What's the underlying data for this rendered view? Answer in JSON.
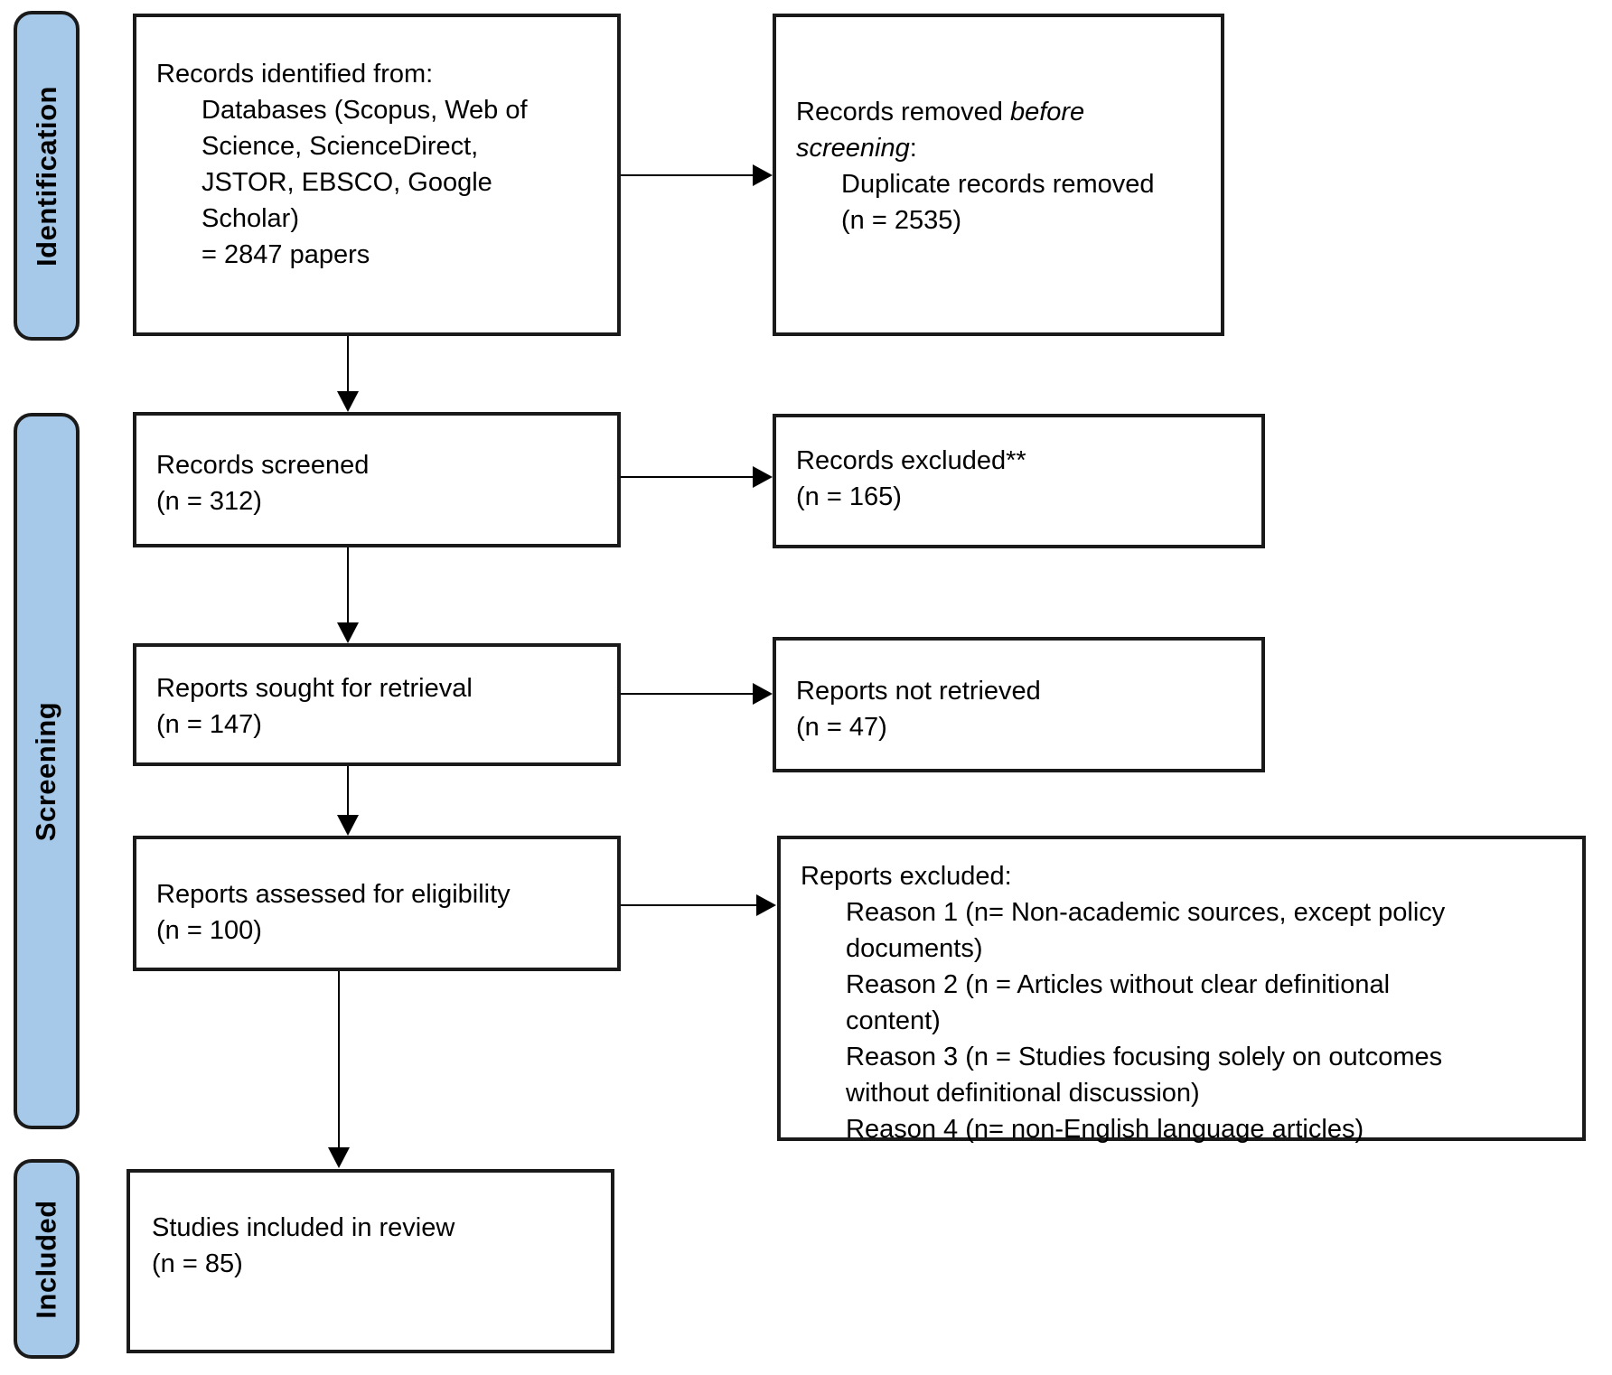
{
  "stages": [
    {
      "label": "Identification"
    },
    {
      "label": "Screening"
    },
    {
      "label": "Included"
    }
  ],
  "boxes": {
    "identified": {
      "title": "Records identified from:",
      "details": [
        "Databases (Scopus, Web of",
        "Science, ScienceDirect,",
        "JSTOR, EBSCO, Google",
        "Scholar)",
        "= 2847 papers"
      ]
    },
    "removed": {
      "title_parts": [
        {
          "text": "Records removed ",
          "italic": false
        },
        {
          "text": "before screening",
          "italic": true
        },
        {
          "text": ":",
          "italic": false
        }
      ],
      "details": [
        "Duplicate records removed",
        "(n = 2535)"
      ]
    },
    "screened": {
      "lines": [
        "Records screened",
        "(n = 312)"
      ]
    },
    "records_excluded": {
      "lines": [
        "Records excluded**",
        "(n = 165)"
      ]
    },
    "sought": {
      "lines": [
        "Reports sought for retrieval",
        "(n = 147)"
      ]
    },
    "not_retrieved": {
      "lines": [
        "Reports not retrieved",
        "(n = 47)"
      ]
    },
    "assessed": {
      "lines": [
        "Reports assessed for eligibility",
        "(n = 100)"
      ]
    },
    "reports_excluded": {
      "title": "Reports excluded:",
      "details": [
        "Reason 1 (n= Non-academic sources, except policy",
        "documents)",
        "Reason 2 (n = Articles without clear definitional",
        "content)",
        "Reason 3 (n = Studies focusing solely on outcomes",
        "without definitional discussion)",
        "Reason 4 (n= non-English language articles)"
      ]
    },
    "included_review": {
      "lines": [
        "Studies included in review",
        "(n = 85)"
      ]
    }
  },
  "colors": {
    "stage_fill": "#a6c9e9",
    "stage_border": "#1a1a1a",
    "box_border": "#1a1a1a",
    "arrow": "#000000",
    "text": "#000000",
    "background": "#ffffff"
  }
}
